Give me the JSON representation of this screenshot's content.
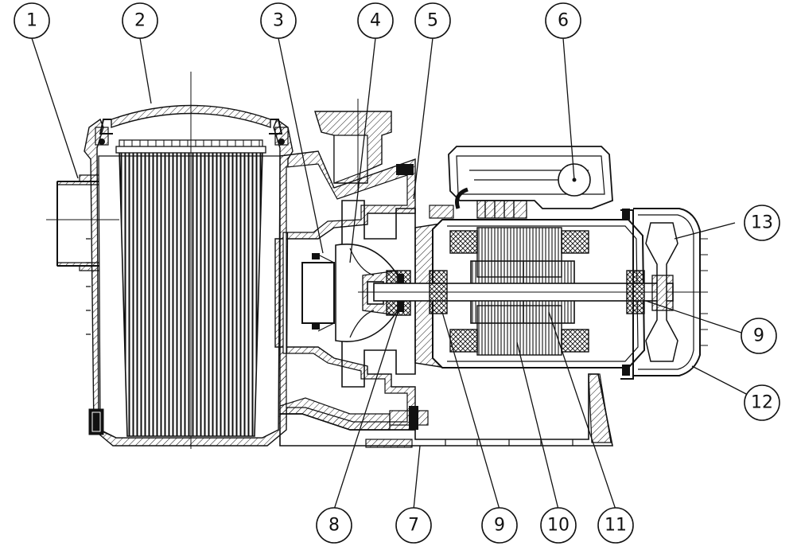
{
  "diagram": {
    "callouts": [
      {
        "id": "c1",
        "label": "1"
      },
      {
        "id": "c2",
        "label": "2"
      },
      {
        "id": "c3",
        "label": "3"
      },
      {
        "id": "c4",
        "label": "4"
      },
      {
        "id": "c5",
        "label": "5"
      },
      {
        "id": "c6",
        "label": "6"
      },
      {
        "id": "c7",
        "label": "7"
      },
      {
        "id": "c8",
        "label": "8"
      },
      {
        "id": "c9a",
        "label": "9"
      },
      {
        "id": "c9b",
        "label": "9"
      },
      {
        "id": "c10",
        "label": "10"
      },
      {
        "id": "c11",
        "label": "11"
      },
      {
        "id": "c12",
        "label": "12"
      },
      {
        "id": "c13",
        "label": "13"
      }
    ]
  }
}
